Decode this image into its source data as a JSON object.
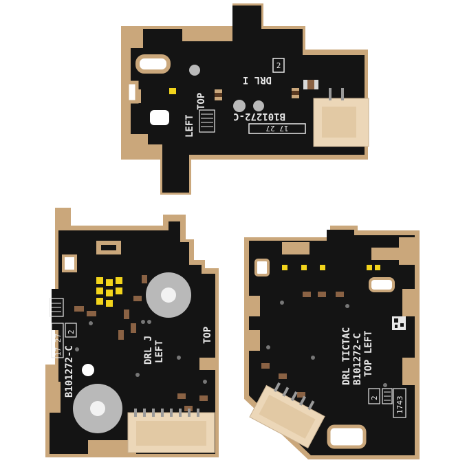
{
  "colors": {
    "background": "#ffffff",
    "board_black": "#141414",
    "copper_tan": "#caa77b",
    "silkscreen": "#e8e8e8",
    "connector": "#ecd7b8",
    "pad_silver": "#b9b9b9",
    "led_yellow": "#f2d41c"
  },
  "boards": {
    "top": {
      "label_drl": "DRL I",
      "label_part": "B101272-C",
      "label_left": "LEFT",
      "label_top": "TOP",
      "label_num": "2",
      "label_code": "17 27"
    },
    "bottom_left": {
      "label_drl": "DRL J",
      "label_left": "LEFT",
      "label_top": "TOP",
      "label_part": "B101272-C",
      "label_code": "17 27",
      "label_num": "2"
    },
    "bottom_right": {
      "label_drl": "DRL TICTAC",
      "label_part": "B101272-C",
      "label_topleft": "TOP LEFT",
      "label_num": "2",
      "label_code": "1743"
    }
  }
}
